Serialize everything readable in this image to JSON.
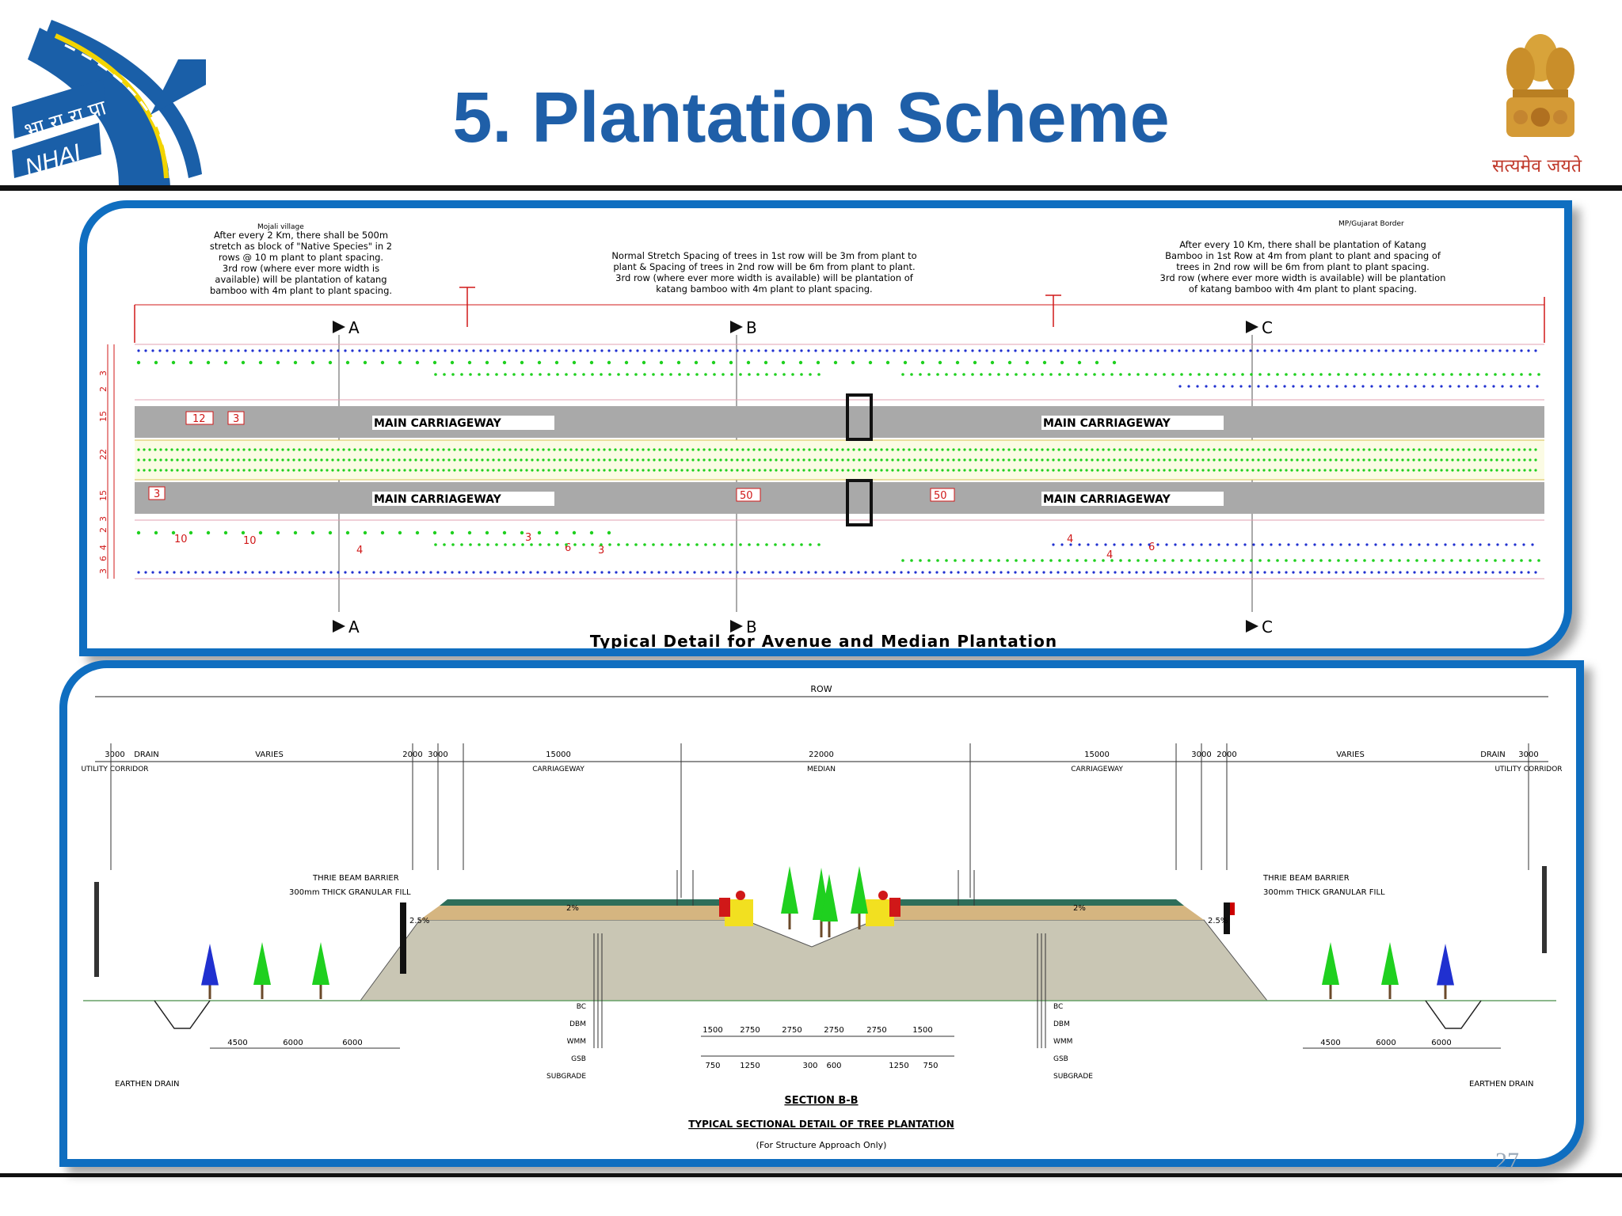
{
  "slide": {
    "title": "5. Plantation Scheme",
    "page_number": "27"
  },
  "logos": {
    "left_icon": "nhai-road-logo-icon",
    "left_hindi": "भा रा रा प्रा",
    "left_text": "NHAI",
    "right_icon": "ashoka-emblem-icon",
    "right_motto": "सत्यमेव जयते"
  },
  "colors": {
    "title": "#1f5fa8",
    "panel_border": "#0f6ec0",
    "carriageway": "#a9a9a9",
    "tree_green": "#1fd01f",
    "tree_blue": "#2030d0",
    "dimension_red": "#d01818"
  },
  "plan": {
    "top_label_left": "Mojali village",
    "top_label_right": "MP/Gujarat Border",
    "note_left": [
      "After every 2 Km, there shall be 500m",
      "stretch as block of \"Native Species\" in 2",
      "rows @ 10 m plant to plant spacing.",
      "3rd row (where ever more width is",
      "available) will be plantation of katang",
      "bamboo with 4m plant to plant spacing."
    ],
    "note_center": [
      "Normal Stretch Spacing of trees in 1st row will be 3m from plant to",
      "plant & Spacing of trees in 2nd row will be 6m from plant to plant.",
      "3rd row (where ever more width is available) will be plantation of",
      "katang bamboo with 4m plant to plant spacing."
    ],
    "note_right": [
      "After every 10 Km, there shall be plantation of Katang",
      "Bamboo in 1st Row at 4m from plant to plant and spacing of",
      "trees in 2nd row will be 6m from plant to plant spacing.",
      "3rd row (where ever more width is available) will be plantation",
      "of katang bamboo with 4m plant to plant spacing."
    ],
    "section_a": "A",
    "section_b": "B",
    "section_c": "C",
    "carriageway_label": "MAIN CARRIAGEWAY",
    "dim_12": "12",
    "dim_3": "3",
    "dim_50": "50",
    "dim_10": "10",
    "dim_4": "4",
    "dim_6": "6",
    "side_dims": [
      "3",
      "2",
      "15",
      "22",
      "15",
      "3",
      "2",
      "4",
      "6",
      "3"
    ],
    "caption": "Typical Detail for Avenue and Median Plantation"
  },
  "section": {
    "row_label": "ROW",
    "top_dims": [
      {
        "value": "3000",
        "label": "UTILITY CORRIDOR"
      },
      {
        "value": "DRAIN",
        "label": ""
      },
      {
        "value": "VARIES",
        "label": ""
      },
      {
        "value": "2000",
        "label": ""
      },
      {
        "value": "3000",
        "label": ""
      },
      {
        "value": "15000",
        "label": "CARRIAGEWAY"
      },
      {
        "value": "22000",
        "label": "MEDIAN"
      },
      {
        "value": "15000",
        "label": "CARRIAGEWAY"
      },
      {
        "value": "3000",
        "label": ""
      },
      {
        "value": "2000",
        "label": ""
      },
      {
        "value": "VARIES",
        "label": ""
      },
      {
        "value": "DRAIN",
        "label": ""
      },
      {
        "value": "3000",
        "label": "UTILITY CORRIDOR"
      }
    ],
    "left_notes": [
      "THRIE BEAM BARRIER",
      "300mm THICK GRANULAR FILL"
    ],
    "right_notes": [
      "THRIE BEAM BARRIER",
      "300mm THICK GRANULAR FILL"
    ],
    "slope_left": "2.5%",
    "slope_right": "2.5%",
    "camber_left": "2%",
    "camber_right": "2%",
    "drain_left": "EARTHEN DRAIN",
    "drain_right": "EARTHEN DRAIN",
    "spacing_labels": [
      "4500",
      "6000",
      "6000"
    ],
    "median_dims_top": [
      "1500",
      "2750",
      "2750",
      "2750",
      "2750",
      "1500"
    ],
    "median_dims_bottom": [
      "750",
      "1250",
      "300",
      "600",
      "1250",
      "750"
    ],
    "layer_labels": [
      "BC",
      "DBM",
      "WMM",
      "GSB",
      "SUBGRADE"
    ],
    "title": "SECTION B-B",
    "subtitle": "TYPICAL SECTIONAL DETAIL OF TREE PLANTATION",
    "note": "(For Structure Approach Only)"
  }
}
